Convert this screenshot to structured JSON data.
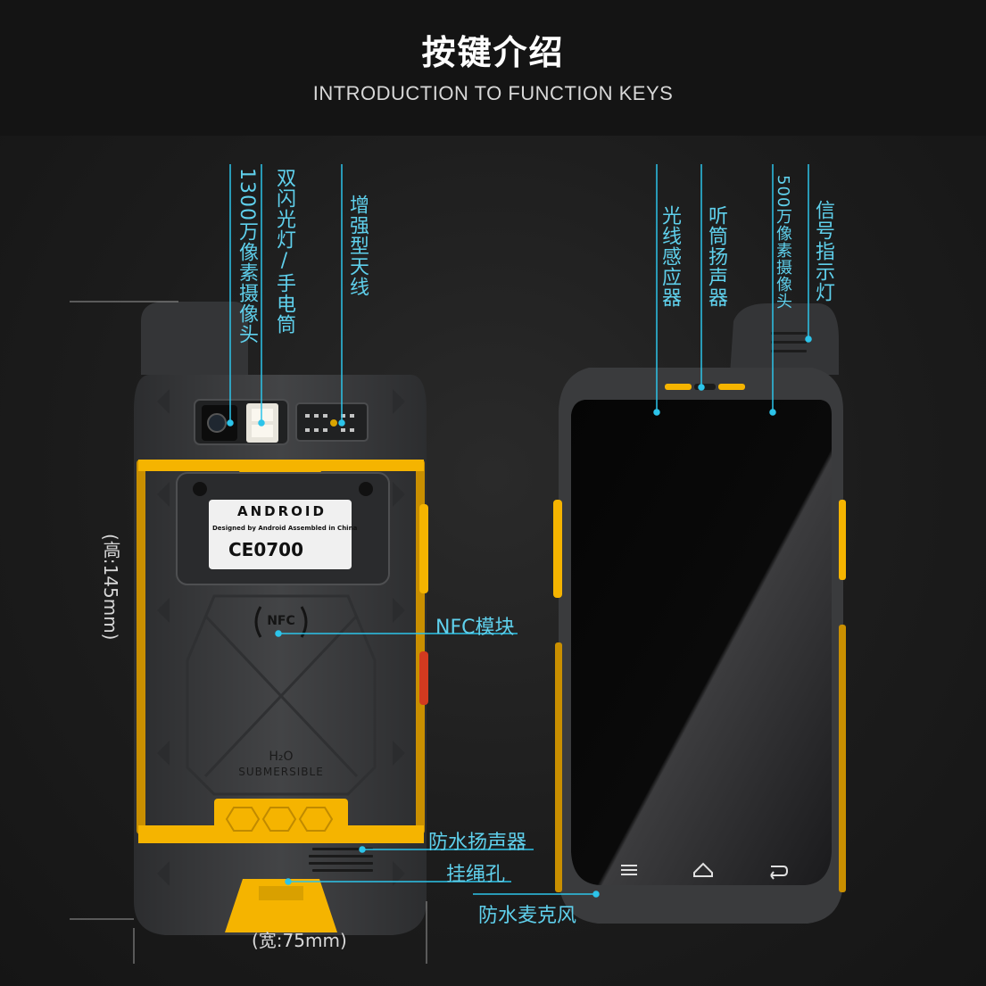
{
  "header": {
    "title_cn": "按键介绍",
    "title_en": "INTRODUCTION TO FUNCTION KEYS"
  },
  "back_phone": {
    "brand": "ANDROID",
    "label_line": "Designed by Android Assembled in China",
    "cert": "CE0700",
    "nfc": "NFC",
    "h2o": "H₂O",
    "submersible": "SUBMERSIBLE"
  },
  "callouts": {
    "camera_13mp": "1300万像素摄像头",
    "dual_flash": "双闪光灯/手电筒",
    "antenna": "增强型天线",
    "nfc_module": "NFC模块",
    "waterproof_speaker": "防水扬声器",
    "lanyard_hole": "挂绳孔",
    "light_sensor": "光线感应器",
    "earpiece": "听筒扬声器",
    "camera_5mp": "500万像素摄像头",
    "signal_led": "信号指示灯",
    "waterproof_mic": "防水麦克风"
  },
  "dimensions": {
    "height": "(高:145mm)",
    "width": "(宽:75mm)"
  },
  "colors": {
    "accent_callout": "#2cc4ea",
    "phone_body": "#3a3b3d",
    "phone_trim": "#f5b400"
  },
  "icons": {
    "menu": "menu-icon",
    "home": "home-icon",
    "back": "back-icon"
  }
}
